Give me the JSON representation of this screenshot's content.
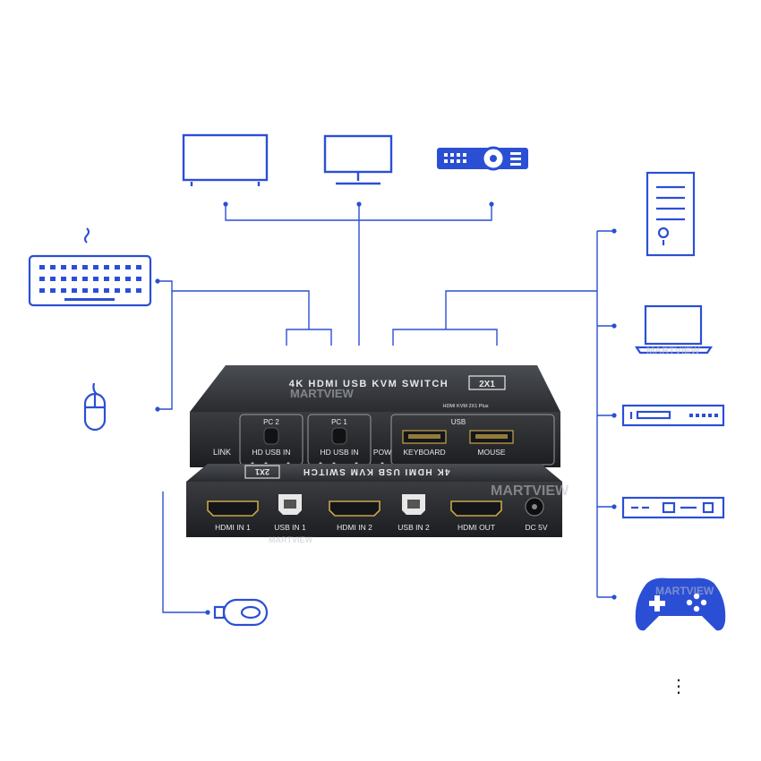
{
  "colors": {
    "line": "#2b4fd4",
    "device": "#222427",
    "port_text": "#e8e8e8",
    "watermark": "#bfc3c9"
  },
  "devices": {
    "top": [
      "tv-icon",
      "monitor-icon",
      "projector-icon"
    ],
    "left": [
      "keyboard-icon",
      "mouse-icon",
      "usb-key-icon"
    ],
    "right": [
      "desktop-tower-icon",
      "laptop-icon",
      "dvd-player-icon",
      "set-top-box-icon",
      "gamepad-icon"
    ]
  },
  "switch": {
    "top_title": "4K HDMI USB KVM SWITCH",
    "top_badge": "2X1",
    "model_text": "HDMI KVM 2X1 Plus",
    "brand": "MARTVIEW",
    "front": {
      "link": "LINK",
      "pc2": "PC 2",
      "pc1": "PC 1",
      "hd_usb_in": "HD USB IN",
      "pow": "POW",
      "usb": "USB",
      "keyboard": "KEYBOARD",
      "mouse": "MOUSE"
    },
    "rear": {
      "hdmi_in_1": "HDMI IN 1",
      "usb_in_1": "USB IN 1",
      "hdmi_in_2": "HDMI IN 2",
      "usb_in_2": "USB IN 2",
      "hdmi_out": "HDMI OUT",
      "dc": "DC 5V"
    }
  },
  "watermarks": [
    "MARTVIEW",
    "MARTVIEW",
    "MARTVIEW",
    "MARTVIEW",
    "MARTVIEW"
  ],
  "more_icon": "more-vertical-icon"
}
